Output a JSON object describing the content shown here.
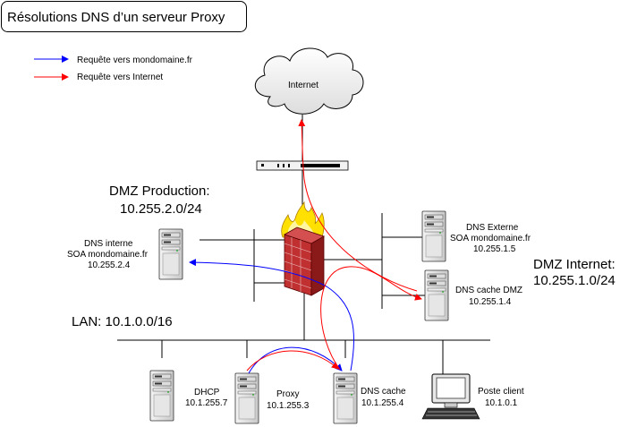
{
  "title": "Résolutions DNS d’un serveur Proxy",
  "legend": {
    "blue_label": "Requête vers mondomaine.fr",
    "red_label": "Requête vers Internet",
    "blue_color": "#0000ff",
    "red_color": "#ff0000"
  },
  "internet_label": "Internet",
  "zones": {
    "dmz_production": {
      "name": "DMZ Production:",
      "subnet": "10.255.2.0/24"
    },
    "dmz_internet": {
      "name": "DMZ Internet:",
      "subnet": "10.255.1.0/24"
    },
    "lan": {
      "name": "LAN: 10.1.0.0/16"
    }
  },
  "nodes": {
    "dns_interne": {
      "line1": "DNS interne",
      "line2": "SOA mondomaine.fr",
      "ip": "10.255.2.4"
    },
    "dns_externe": {
      "line1": "DNS Externe",
      "line2": "SOA mondomaine.fr",
      "ip": "10.255.1.5"
    },
    "dns_cache_dmz": {
      "line1": "DNS cache DMZ",
      "ip": "10.255.1.4"
    },
    "dhcp": {
      "line1": "DHCP",
      "ip": "10.1.255.7"
    },
    "proxy": {
      "line1": "Proxy",
      "ip": "10.1.255.3"
    },
    "dns_cache": {
      "line1": "DNS cache",
      "ip": "10.1.255.4"
    },
    "poste_client": {
      "line1": "Poste client",
      "ip": "10.1.0.1"
    }
  },
  "icons": [
    "cloud-icon",
    "router-icon",
    "firewall-icon",
    "server-icon",
    "workstation-icon"
  ]
}
